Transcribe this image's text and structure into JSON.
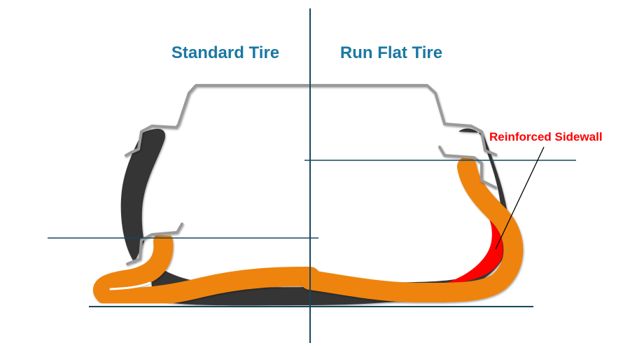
{
  "titles": {
    "left": "Standard Tire",
    "right": "Run Flat Tire"
  },
  "callout": {
    "label": "Reinforced Sidewall"
  },
  "colors": {
    "title": "#1b78a3",
    "guide": "#17475e",
    "rubber": "#ee8410",
    "inner": "#363636",
    "rim": "#9a9a9a",
    "reinforcement": "#ff0000"
  }
}
